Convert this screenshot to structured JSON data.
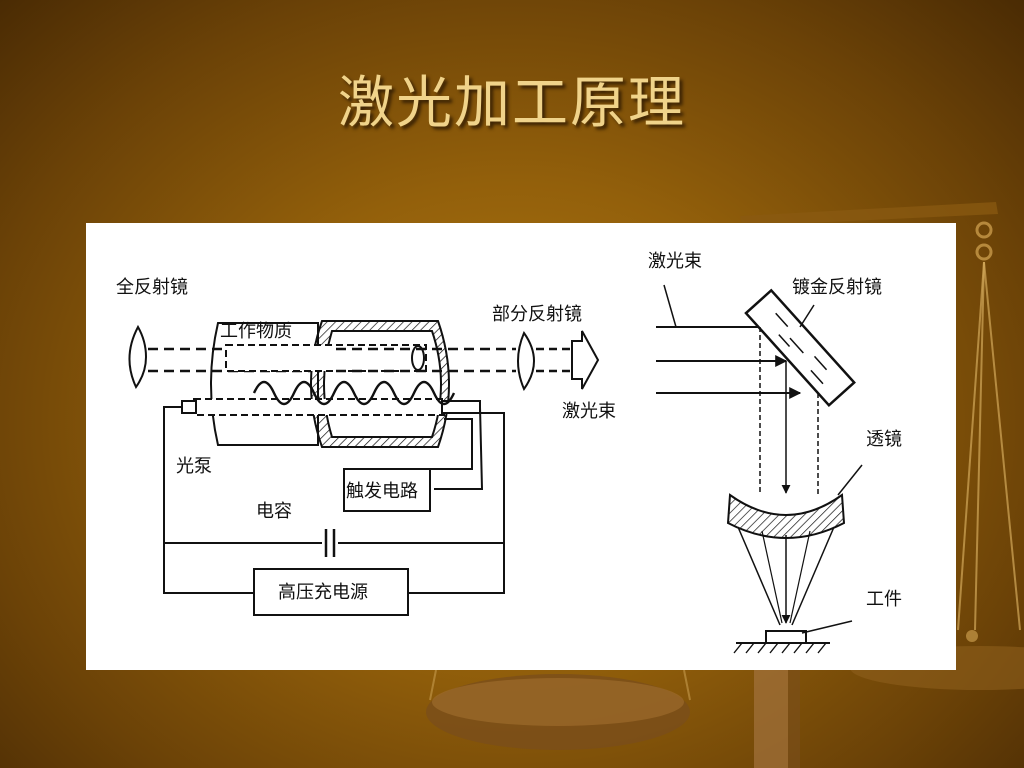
{
  "slide": {
    "title": "激光加工原理"
  },
  "diagram": {
    "labels": {
      "full_mirror": "全反射镜",
      "work_material": "工作物质",
      "partial_mirror": "部分反射镜",
      "laser_beam_out": "激光束",
      "light_pump": "光泵",
      "trigger_circuit": "触发电路",
      "capacitor": "电容",
      "hv_charger": "高压充电源",
      "laser_beam_in": "激光束",
      "gold_mirror": "镀金反射镜",
      "lens": "透镜",
      "workpiece": "工件"
    }
  },
  "colors": {
    "background_bright": "#b27a12",
    "background_dark": "#4a2b04",
    "title_text": "#f0d38a",
    "panel": "#ffffff",
    "ink": "#111111"
  }
}
